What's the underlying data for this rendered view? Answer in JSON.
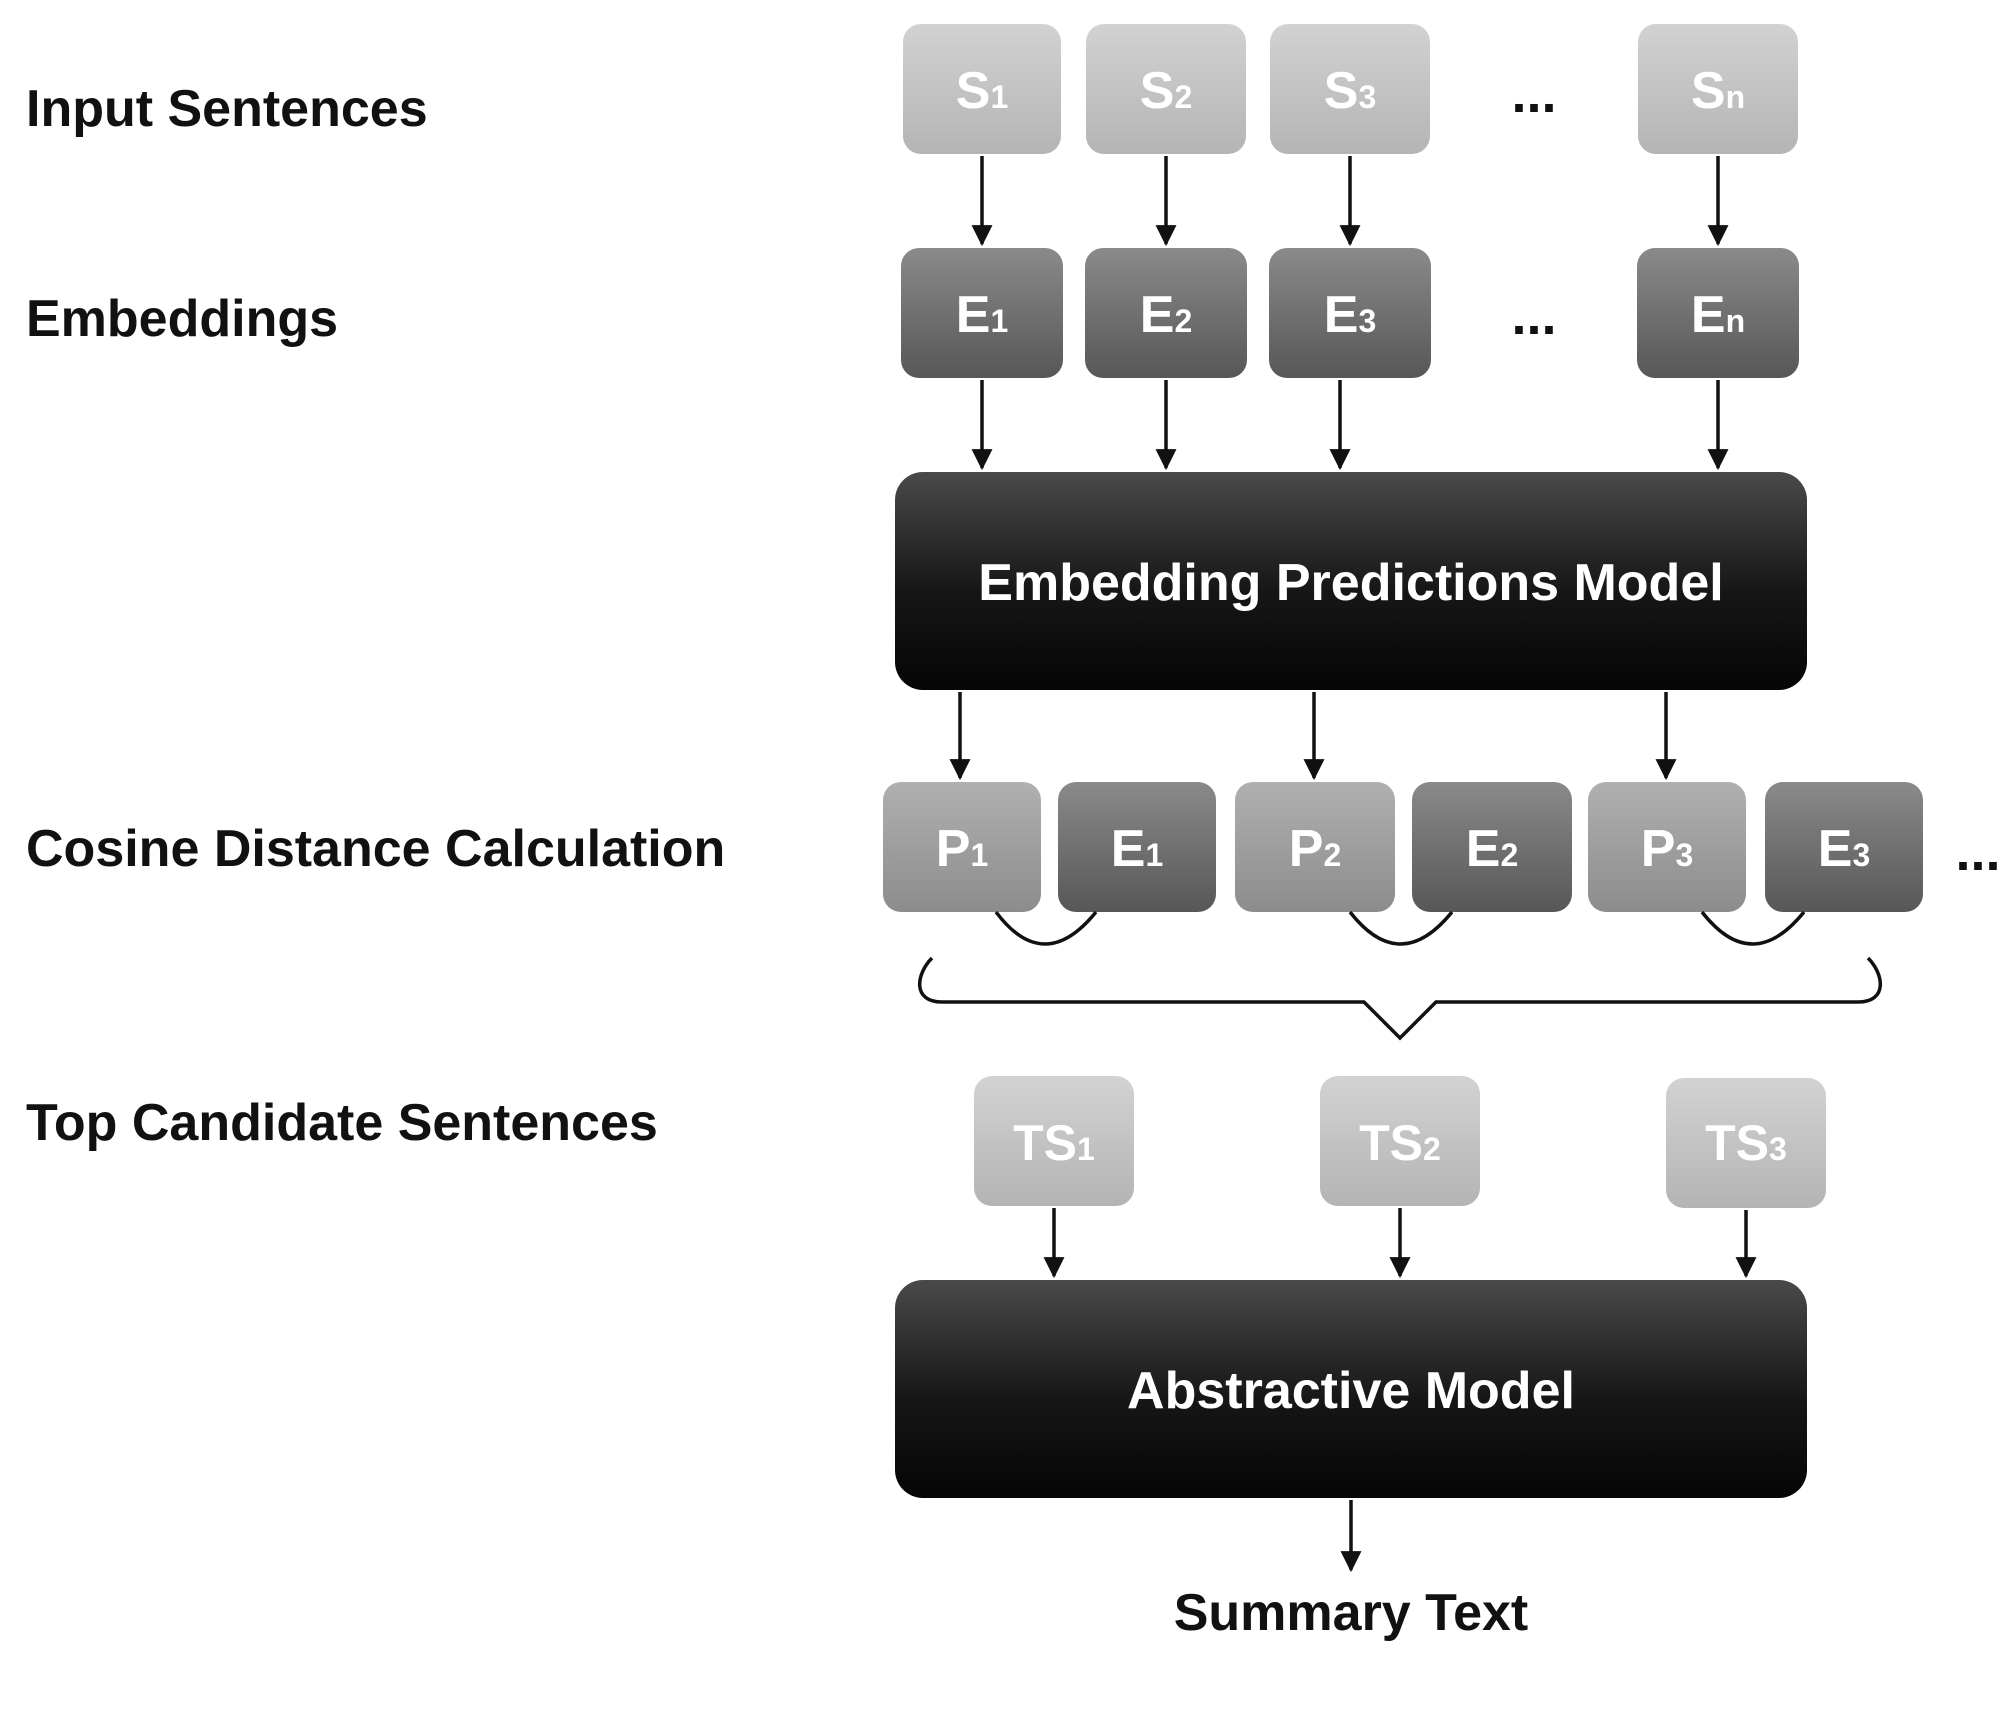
{
  "rows": {
    "input_sentences": "Input Sentences",
    "embeddings": "Embeddings",
    "cosine_distance": "Cosine Distance Calculation",
    "top_candidates": "Top Candidate Sentences"
  },
  "sentences": [
    {
      "base": "S",
      "sub": "1"
    },
    {
      "base": "S",
      "sub": "2"
    },
    {
      "base": "S",
      "sub": "3"
    },
    {
      "base": "S",
      "sub": "n"
    }
  ],
  "embeddings": [
    {
      "base": "E",
      "sub": "1"
    },
    {
      "base": "E",
      "sub": "2"
    },
    {
      "base": "E",
      "sub": "3"
    },
    {
      "base": "E",
      "sub": "n"
    }
  ],
  "ellipsis": "...",
  "embedding_model": "Embedding Predictions Model",
  "pairs": [
    {
      "p_base": "P",
      "p_sub": "1",
      "e_base": "E",
      "e_sub": "1"
    },
    {
      "p_base": "P",
      "p_sub": "2",
      "e_base": "E",
      "e_sub": "2"
    },
    {
      "p_base": "P",
      "p_sub": "3",
      "e_base": "E",
      "e_sub": "3"
    }
  ],
  "top_sentences": [
    {
      "base": "TS",
      "sub": "1"
    },
    {
      "base": "TS",
      "sub": "2"
    },
    {
      "base": "TS",
      "sub": "3"
    }
  ],
  "abstractive_model": "Abstractive Model",
  "output": "Summary Text",
  "colors": {
    "light_box": "#c4c4c4",
    "mid_box": "#9a9a9a",
    "dark_box": "#6a6a6a",
    "model_box": "#111111"
  }
}
